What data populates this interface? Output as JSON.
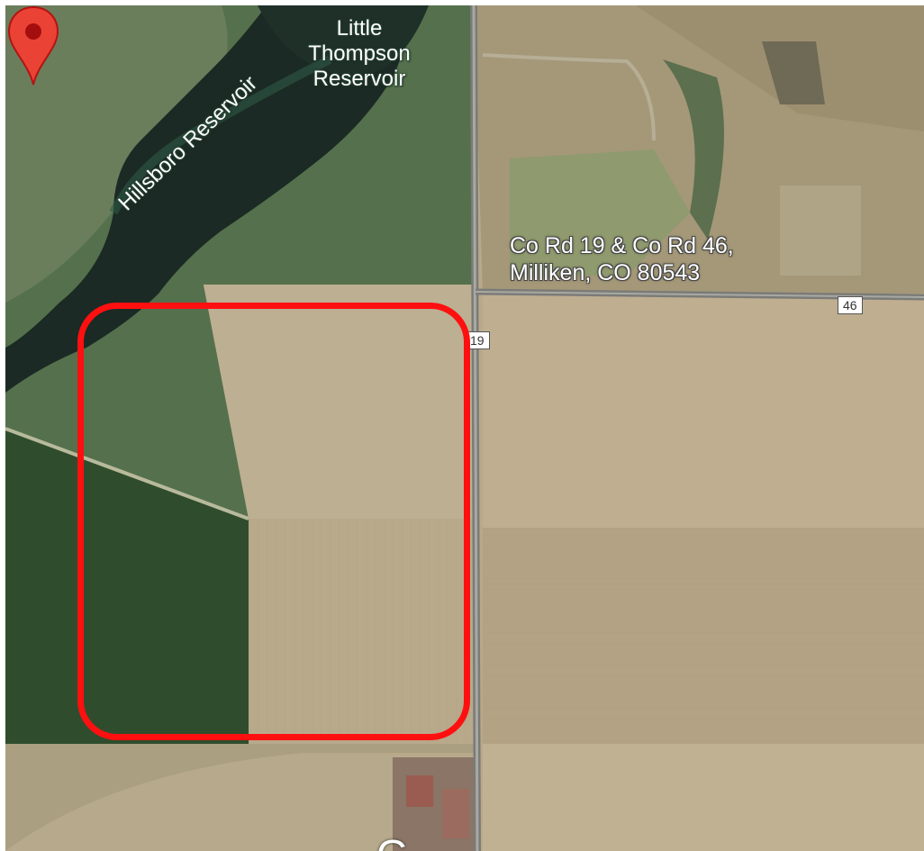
{
  "map": {
    "labels": {
      "lake_line1": "Little",
      "lake_line2": "Thompson",
      "lake_line3": "Reservoir",
      "reservoir": "Hillsboro Reservoir",
      "bottom_partial": "G"
    },
    "pin": {
      "address_line1": "Co Rd 19 & Co Rd 46,",
      "address_line2": "Milliken, CO 80543",
      "color": "#ea4335"
    },
    "road_shields": {
      "cr46": "46",
      "cr19": "19"
    },
    "highlight_color": "#ff1010"
  }
}
